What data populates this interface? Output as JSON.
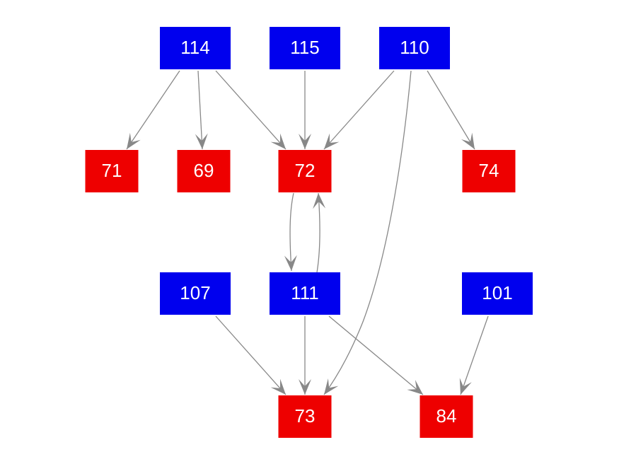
{
  "diagram": {
    "type": "directed-graph",
    "colors": {
      "source_node": "#0000ee",
      "target_node": "#ee0000",
      "edge": "#888888",
      "label": "#ffffff"
    },
    "nodes": [
      {
        "id": "114",
        "label": "114",
        "role": "source"
      },
      {
        "id": "115",
        "label": "115",
        "role": "source"
      },
      {
        "id": "110",
        "label": "110",
        "role": "source"
      },
      {
        "id": "71",
        "label": "71",
        "role": "target"
      },
      {
        "id": "69",
        "label": "69",
        "role": "target"
      },
      {
        "id": "72",
        "label": "72",
        "role": "target"
      },
      {
        "id": "74",
        "label": "74",
        "role": "target"
      },
      {
        "id": "107",
        "label": "107",
        "role": "source"
      },
      {
        "id": "111",
        "label": "111",
        "role": "source"
      },
      {
        "id": "101",
        "label": "101",
        "role": "source"
      },
      {
        "id": "73",
        "label": "73",
        "role": "target"
      },
      {
        "id": "84",
        "label": "84",
        "role": "target"
      }
    ],
    "edges": [
      {
        "from": "114",
        "to": "71"
      },
      {
        "from": "114",
        "to": "69"
      },
      {
        "from": "114",
        "to": "72"
      },
      {
        "from": "115",
        "to": "72"
      },
      {
        "from": "110",
        "to": "72"
      },
      {
        "from": "110",
        "to": "74"
      },
      {
        "from": "110",
        "to": "73"
      },
      {
        "from": "72",
        "to": "111"
      },
      {
        "from": "111",
        "to": "72"
      },
      {
        "from": "107",
        "to": "73"
      },
      {
        "from": "111",
        "to": "73"
      },
      {
        "from": "111",
        "to": "84"
      },
      {
        "from": "101",
        "to": "84"
      }
    ]
  }
}
